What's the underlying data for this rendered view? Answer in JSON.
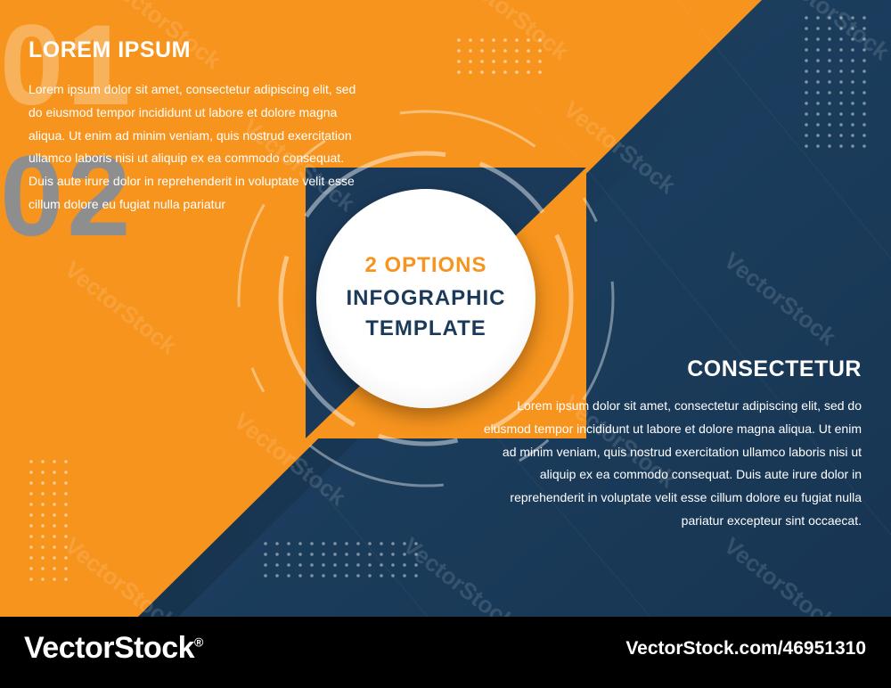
{
  "colors": {
    "orange": "#f7941d",
    "navy": "#1b3a5a",
    "white": "#ffffff",
    "black": "#000000"
  },
  "option1": {
    "number": "01",
    "title": "LOREM IPSUM",
    "body": "Lorem ipsum dolor sit amet, consectetur adipiscing elit, sed do eiusmod tempor incididunt ut labore et dolore magna aliqua. Ut enim ad minim veniam, quis nostrud exercitation ullamco laboris nisi ut aliquip ex ea commodo consequat. Duis aute irure dolor in reprehenderit in voluptate velit esse cillum dolore eu fugiat nulla pariatur"
  },
  "option2": {
    "number": "02",
    "title": "CONSECTETUR",
    "body": "Lorem ipsum dolor sit amet, consectetur adipiscing elit, sed do eiusmod tempor incididunt ut labore et dolore magna aliqua. Ut enim ad minim veniam, quis nostrud exercitation ullamco laboris nisi ut aliquip ex ea commodo consequat. Duis aute irure dolor in reprehenderit in voluptate velit esse cillum dolore eu fugiat nulla pariatur excepteur sint occaecat."
  },
  "center": {
    "line1": "2 OPTIONS",
    "line2": "INFOGRAPHIC",
    "line3": "TEMPLATE"
  },
  "watermark": {
    "text": "VectorStock"
  },
  "footer": {
    "logo": "VectorStock",
    "logo_mark": "®",
    "image_id": "VectorStock.com/46951310"
  }
}
